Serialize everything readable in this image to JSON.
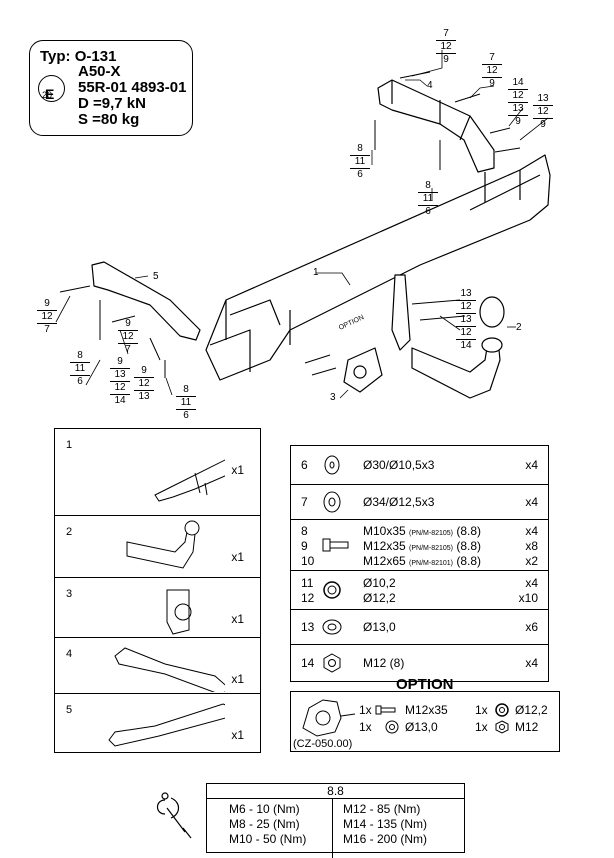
{
  "type_box": {
    "typ": "Typ: O-131",
    "model": "A50-X",
    "approval": "55R-01 4893-01",
    "d_value": "D =9,7 kN",
    "s_value": "S =80 kg",
    "e_mark": "E",
    "e_number": "20"
  },
  "callouts": {
    "top_left_stack": [
      "8",
      "11",
      "6"
    ],
    "top_stack_a": [
      "7",
      "12",
      "9"
    ],
    "top_stack_b": [
      "7",
      "12",
      "9"
    ],
    "top_stack_c": [
      "14",
      "12",
      "13",
      "9"
    ],
    "top_stack_d": [
      "13",
      "12",
      "9"
    ],
    "mid_stack": [
      "8",
      "11",
      "6"
    ],
    "left_stack_a": [
      "9",
      "12",
      "7"
    ],
    "left_stack_b": [
      "9",
      "12",
      "7"
    ],
    "left_stack_c": [
      "8",
      "11",
      "6"
    ],
    "left_stack_d": [
      "9",
      "13",
      "12",
      "14"
    ],
    "left_stack_e": [
      "9",
      "12",
      "13"
    ],
    "left_stack_f": [
      "8",
      "11",
      "6"
    ],
    "right_stack": [
      "13",
      "12",
      "13",
      "12",
      "14"
    ],
    "part_labels": [
      "1",
      "2",
      "3",
      "4",
      "5"
    ],
    "option_text": "OPTION"
  },
  "parts": [
    {
      "num": "1",
      "qty": "x1",
      "icon": "crossbar-icon"
    },
    {
      "num": "2",
      "qty": "x1",
      "icon": "tow-ball-icon"
    },
    {
      "num": "3",
      "qty": "x1",
      "icon": "socket-plate-icon"
    },
    {
      "num": "4",
      "qty": "x1",
      "icon": "bracket-right-icon"
    },
    {
      "num": "5",
      "qty": "x1",
      "icon": "bracket-left-icon"
    }
  ],
  "hardware": [
    {
      "nums": [
        "6"
      ],
      "desc": [
        "Ø30/Ø10,5x3"
      ],
      "pn": [
        ""
      ],
      "grade": [
        ""
      ],
      "qty": [
        "x4"
      ],
      "icon": "washer-icon"
    },
    {
      "nums": [
        "7"
      ],
      "desc": [
        "Ø34/Ø12,5x3"
      ],
      "pn": [
        ""
      ],
      "grade": [
        ""
      ],
      "qty": [
        "x4"
      ],
      "icon": "washer-icon"
    },
    {
      "nums": [
        "8",
        "9",
        "10"
      ],
      "desc": [
        "M10x35",
        "M12x35",
        "M12x65"
      ],
      "pn": [
        "(PN/M-82105)",
        "(PN/M-82105)",
        "(PN/M-82101)"
      ],
      "grade": [
        "(8.8)",
        "(8.8)",
        "(8.8)"
      ],
      "qty": [
        "x4",
        "x8",
        "x2"
      ],
      "icon": "bolt-icon"
    },
    {
      "nums": [
        "11",
        "12"
      ],
      "desc": [
        "Ø10,2",
        "Ø12,2"
      ],
      "pn": [
        "",
        ""
      ],
      "grade": [
        "",
        ""
      ],
      "qty": [
        "x4",
        "x10"
      ],
      "icon": "spring-washer-icon"
    },
    {
      "nums": [
        "13"
      ],
      "desc": [
        "Ø13,0"
      ],
      "pn": [
        ""
      ],
      "grade": [
        ""
      ],
      "qty": [
        "x6"
      ],
      "icon": "flat-washer-icon"
    },
    {
      "nums": [
        "14"
      ],
      "desc": [
        "M12 (8)"
      ],
      "pn": [
        ""
      ],
      "grade": [
        ""
      ],
      "qty": [
        "x4"
      ],
      "icon": "nut-icon"
    }
  ],
  "option": {
    "title": "OPTION",
    "bolt_qty": "1x",
    "bolt": "M12x35",
    "washer_qty": "1x",
    "washer": "Ø13,0",
    "spring_qty": "1x",
    "spring": "Ø12,2",
    "nut_qty": "1x",
    "nut": "M12",
    "code": "(CZ-050.00)"
  },
  "torque": {
    "grade": "8.8",
    "left": [
      "M6  -  10 (Nm)",
      "M8  -  25 (Nm)",
      "M10  -  50 (Nm)"
    ],
    "right": [
      "M12  -  85 (Nm)",
      "M14  -  135 (Nm)",
      "M16  -  200 (Nm)"
    ]
  }
}
